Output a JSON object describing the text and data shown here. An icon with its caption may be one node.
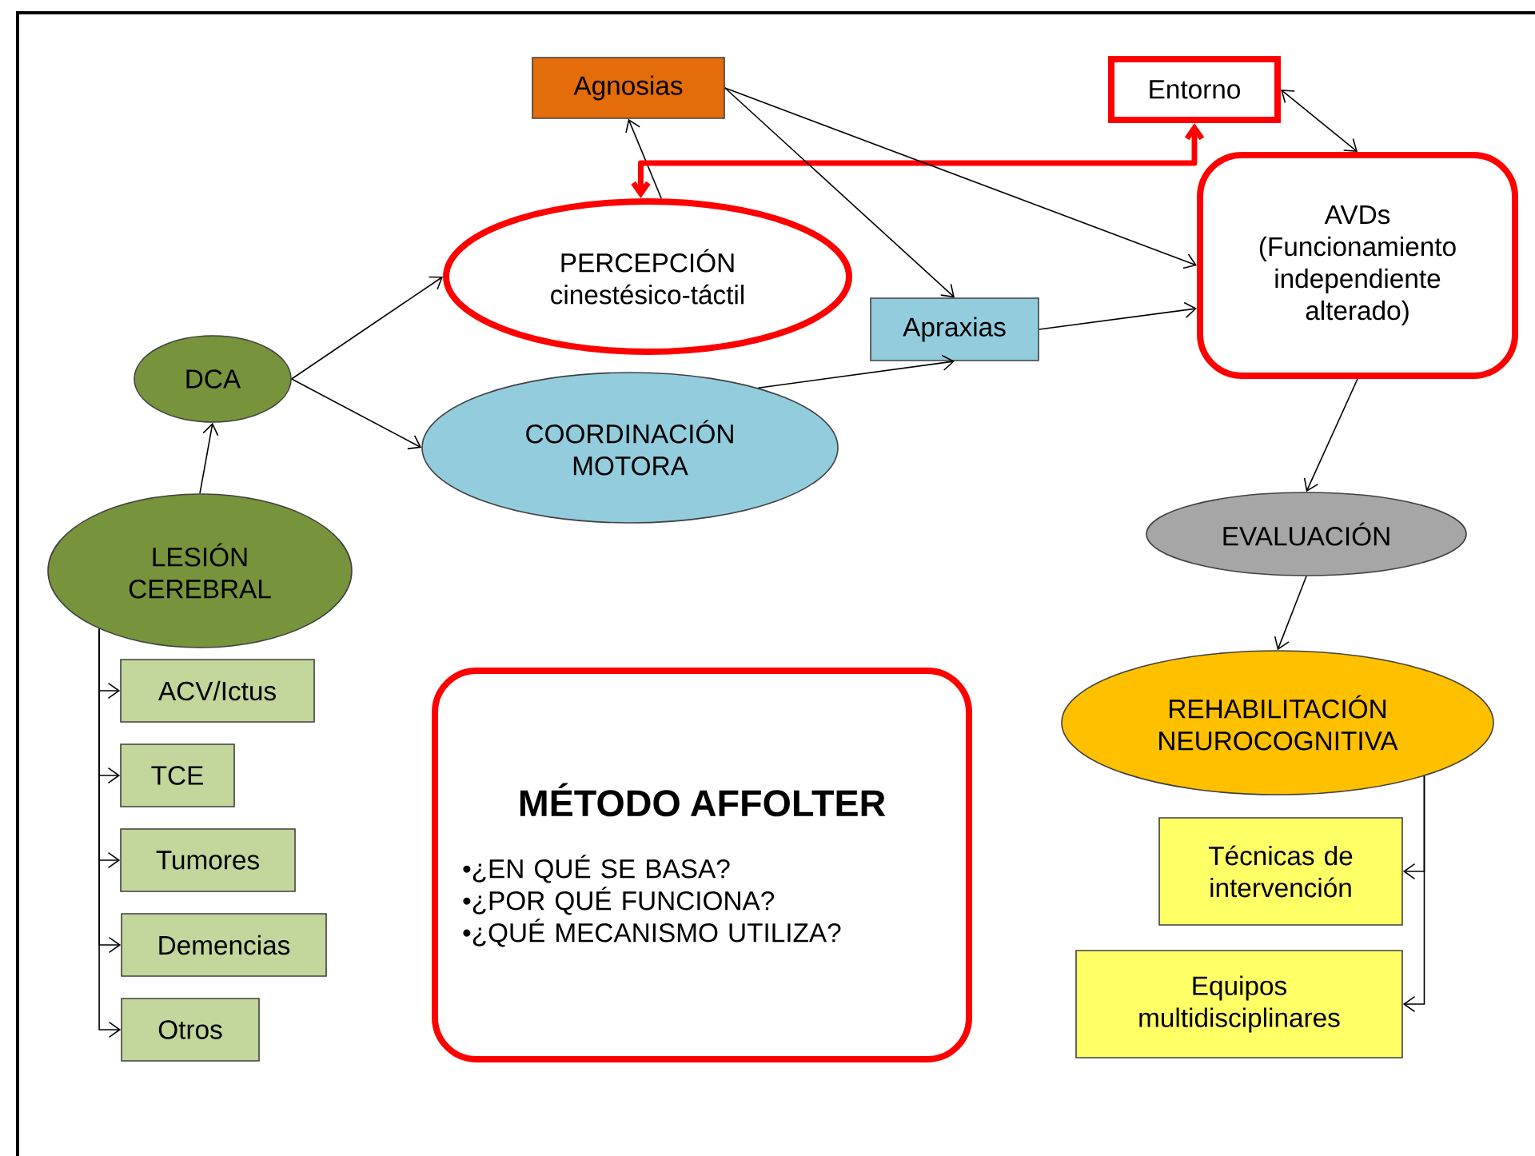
{
  "diagram": {
    "nodes": [
      {
        "text": [
          "Agnosias"
        ]
      },
      {
        "text": [
          "Entorno"
        ]
      },
      {
        "text": [
          "PERCEPCIÓN cinestésico-táctil"
        ]
      },
      {
        "text": [
          "AVDs (Funcionamiento independiente alterado)"
        ]
      },
      {
        "text": [
          "DCA"
        ]
      },
      {
        "text": [
          "Apraxias"
        ]
      },
      {
        "text": [
          "COORDINACIÓN MOTORA"
        ]
      },
      {
        "text": [
          "EVALUACIÓN"
        ]
      },
      {
        "text": [
          "LESIÓN CEREBRAL"
        ]
      },
      {
        "text": [
          "REHABILITACIÓN NEUROCOGNITIVA"
        ]
      },
      {
        "text": [
          "ACV/Ictus"
        ]
      },
      {
        "text": [
          "TCE"
        ]
      },
      {
        "text": [
          "Tumores"
        ]
      },
      {
        "text": [
          "Demencias"
        ]
      },
      {
        "text": [
          "Otros"
        ]
      },
      {
        "text": [
          "MÉTODO AFFOLTER",
          "•¿EN QUÉ SE BASA?",
          "•¿POR QUÉ FUNCIONA?",
          "•¿QUÉ MECANISMO UTILIZA?"
        ]
      },
      {
        "text": [
          "Técnicas de intervención"
        ]
      },
      {
        "text": [
          "Equipos multidisciplinares"
        ]
      }
    ],
    "edges": [
      {
        "from": 8,
        "to": 4,
        "arrow": "to"
      },
      {
        "from": 4,
        "to": 2,
        "arrow": "to"
      },
      {
        "from": 4,
        "to": 6,
        "arrow": "to"
      },
      {
        "from": 2,
        "to": 0,
        "arrow": "to"
      },
      {
        "from": 1,
        "to": 2,
        "arrow": "both",
        "style": "thick",
        "color": "#ff0000"
      },
      {
        "from": 0,
        "to": 5,
        "arrow": "to"
      },
      {
        "from": 0,
        "to": 3,
        "arrow": "to"
      },
      {
        "from": 6,
        "to": 5,
        "arrow": "to"
      },
      {
        "from": 5,
        "to": 3,
        "arrow": "to"
      },
      {
        "from": 1,
        "to": 3,
        "arrow": "both"
      },
      {
        "from": 3,
        "to": 7,
        "arrow": "to"
      },
      {
        "from": 7,
        "to": 9,
        "arrow": "to"
      },
      {
        "from": 8,
        "to": 10,
        "arrow": "to"
      },
      {
        "from": 8,
        "to": 11,
        "arrow": "to"
      },
      {
        "from": 8,
        "to": 12,
        "arrow": "to"
      },
      {
        "from": 8,
        "to": 13,
        "arrow": "to"
      },
      {
        "from": 8,
        "to": 14,
        "arrow": "to"
      },
      {
        "from": 9,
        "to": 16,
        "arrow": "to"
      },
      {
        "from": 9,
        "to": 17,
        "arrow": "to"
      }
    ]
  }
}
